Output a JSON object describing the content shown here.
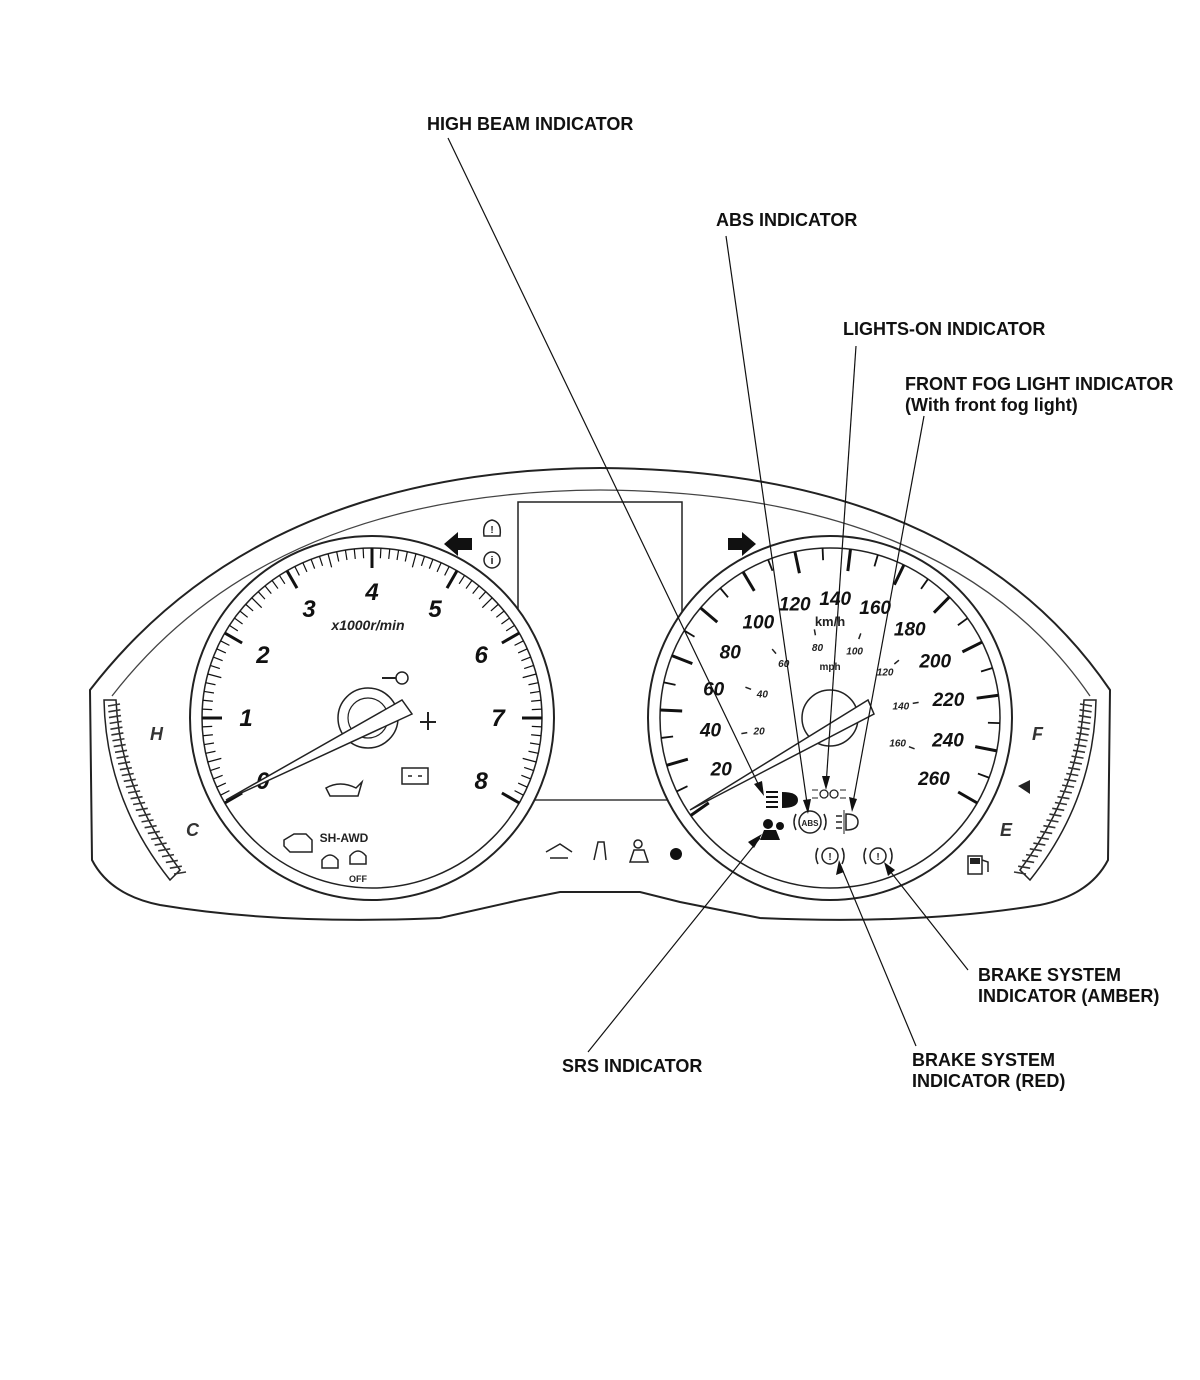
{
  "callouts": {
    "high_beam": "HIGH BEAM INDICATOR",
    "abs": "ABS INDICATOR",
    "lights_on": "LIGHTS-ON INDICATOR",
    "front_fog_line1": "FRONT FOG LIGHT INDICATOR",
    "front_fog_line2": "(With front fog light)",
    "brake_amber_line1": "BRAKE SYSTEM",
    "brake_amber_line2": "INDICATOR (AMBER)",
    "brake_red_line1": "BRAKE SYSTEM",
    "brake_red_line2": "INDICATOR (RED)",
    "srs": "SRS INDICATOR"
  },
  "tachometer": {
    "numbers": [
      "0",
      "1",
      "2",
      "3",
      "4",
      "5",
      "6",
      "7",
      "8"
    ],
    "unit": "x1000r/min",
    "drive_badge": "SH-AWD",
    "vsa_off_label": "OFF"
  },
  "speedometer": {
    "kmh_numbers": [
      "20",
      "40",
      "60",
      "80",
      "100",
      "120",
      "140",
      "160",
      "180",
      "200",
      "220",
      "240",
      "260"
    ],
    "mph_numbers": [
      "20",
      "40",
      "60",
      "80",
      "100",
      "120",
      "140",
      "160"
    ],
    "unit_kmh": "km/h",
    "unit_mph": "mph"
  },
  "temp_gauge": {
    "hot": "H",
    "cold": "C"
  },
  "fuel_gauge": {
    "full": "F",
    "empty": "E"
  },
  "abs_icon_text": "ABS",
  "icons": [
    "turn-left-arrow",
    "turn-right-arrow",
    "tpms-icon",
    "info-icon",
    "high-beam-icon",
    "abs-icon",
    "lights-on-icon",
    "front-fog-icon",
    "srs-icon",
    "brake-red-icon",
    "brake-amber-icon",
    "check-engine-icon",
    "oil-pressure-icon",
    "charging-icon",
    "coolant-temp-icon",
    "fuel-pump-icon",
    "seatbelt-icon",
    "immobilizer-key-icon"
  ]
}
